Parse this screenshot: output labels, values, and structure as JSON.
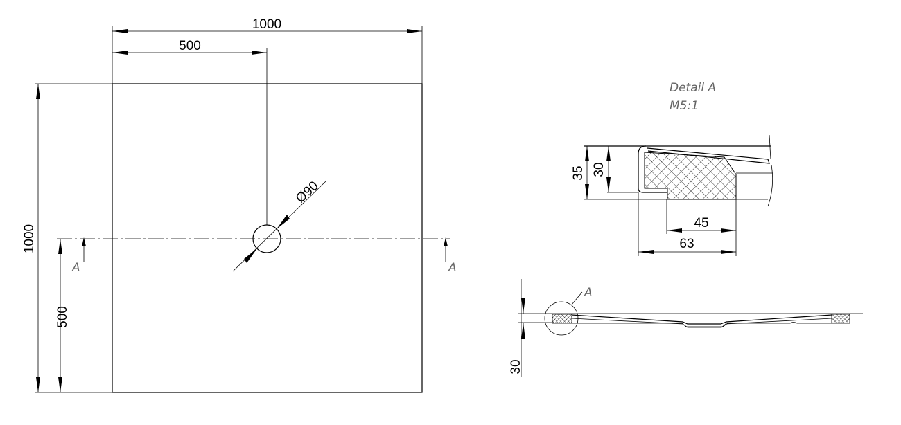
{
  "plan_view": {
    "width_dim": "1000",
    "half_width_dim": "500",
    "height_dim": "1000",
    "half_height_dim": "500",
    "drain_diameter": "Ø90",
    "section_mark_left": "A",
    "section_mark_right": "A"
  },
  "detail": {
    "title": "Detail A",
    "scale": "M5:1",
    "dim_total_height": "35",
    "dim_inner_height": "30",
    "dim_core_width": "45",
    "dim_total_width": "63"
  },
  "section_view": {
    "detail_callout": "A",
    "height_dim": "30"
  }
}
